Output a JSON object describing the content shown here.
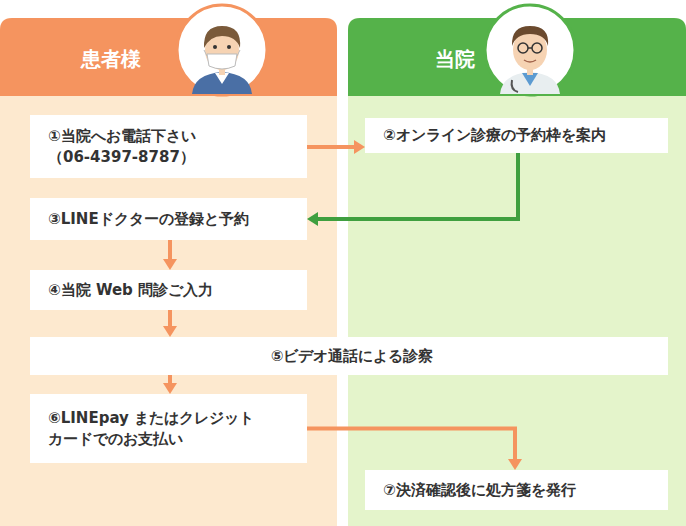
{
  "diagram": {
    "nodes": [
      {
        "text": [
          "患者様"
        ]
      },
      {
        "text": [
          "当院"
        ]
      },
      {
        "text": [
          "①当院へお電話下さい （06-4397-8787）"
        ],
        "in": 0
      },
      {
        "text": [
          "②オンライン診療の予約枠を案内"
        ],
        "in": 1
      },
      {
        "text": [
          "③LINEドクターの登録と予約"
        ],
        "in": 0
      },
      {
        "text": [
          "④当院 Web 問診ご入力"
        ],
        "in": 0
      },
      {
        "text": [
          "⑤ビデオ通話による診察"
        ]
      },
      {
        "text": [
          "⑥LINEpay またはクレジット カードでのお支払い"
        ],
        "in": 0
      },
      {
        "text": [
          "⑦決済確認後に処方箋を発行"
        ],
        "in": 1
      }
    ],
    "edges": [
      {
        "from": 2,
        "to": 3,
        "arrow": "to"
      },
      {
        "from": 3,
        "to": 4,
        "arrow": "to"
      },
      {
        "from": 4,
        "to": 5,
        "arrow": "to"
      },
      {
        "from": 5,
        "to": 6,
        "arrow": "to"
      },
      {
        "from": 6,
        "to": 7,
        "arrow": "to"
      },
      {
        "from": 7,
        "to": 8,
        "arrow": "to"
      }
    ]
  }
}
